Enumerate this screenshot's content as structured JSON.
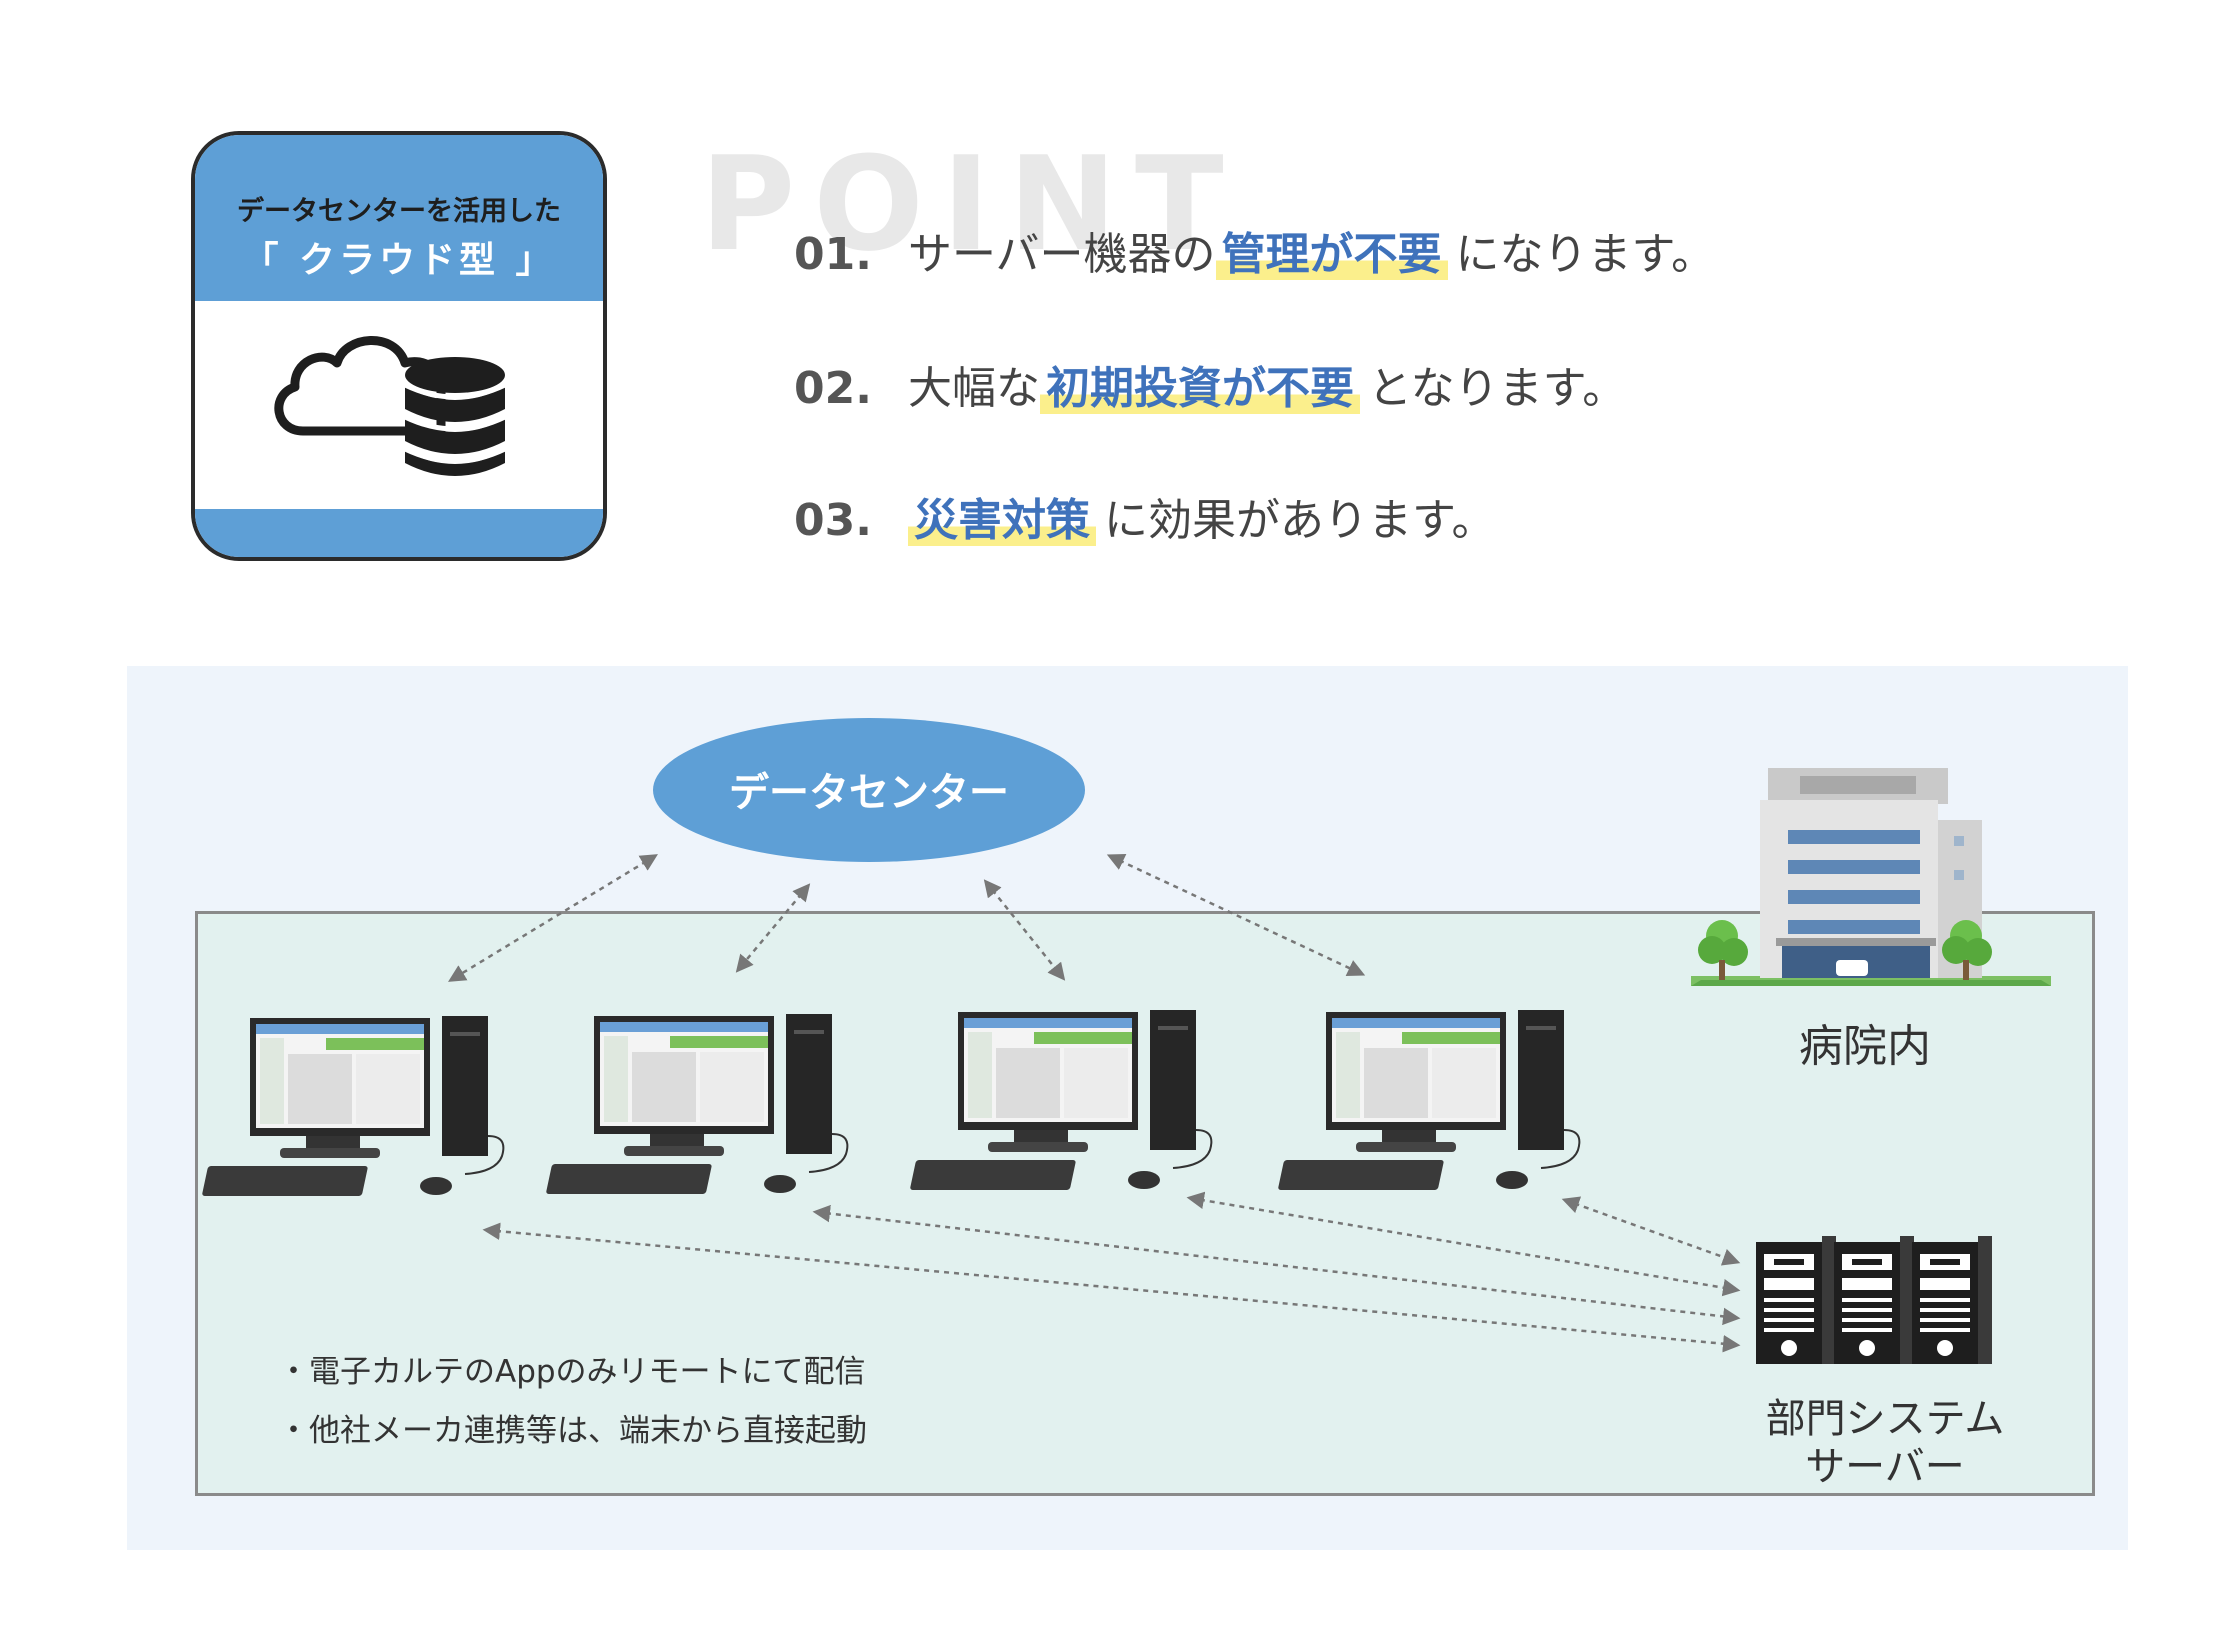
{
  "card": {
    "line1": "データセンターを活用した",
    "line2": "「 クラウド型 」",
    "icon": "cloud-database-icon"
  },
  "point_title": "POINT",
  "points": [
    {
      "num": "01.",
      "before": "サーバー機器の",
      "highlight": "管理が不要",
      "after": "になります。"
    },
    {
      "num": "02.",
      "before": "大幅な",
      "highlight": "初期投資が不要",
      "after": "となります。"
    },
    {
      "num": "03.",
      "before": "",
      "highlight": "災害対策",
      "after": "に効果があります。"
    }
  ],
  "diagram": {
    "datacenter": "データセンター",
    "hospital": "病院内",
    "server_line1": "部門システム",
    "server_line2": "サーバー",
    "notes": [
      "・電子カルテのAppのみリモートにて配信",
      "・他社メーカ連携等は、端末から直接起動"
    ]
  },
  "colors": {
    "accent_blue": "#5e9fd6",
    "highlight_text": "#3f72bb",
    "highlight_marker": "#fbef8c",
    "diagram_bg": "#eef4fb",
    "hospital_bg": "#e2f1ef"
  }
}
